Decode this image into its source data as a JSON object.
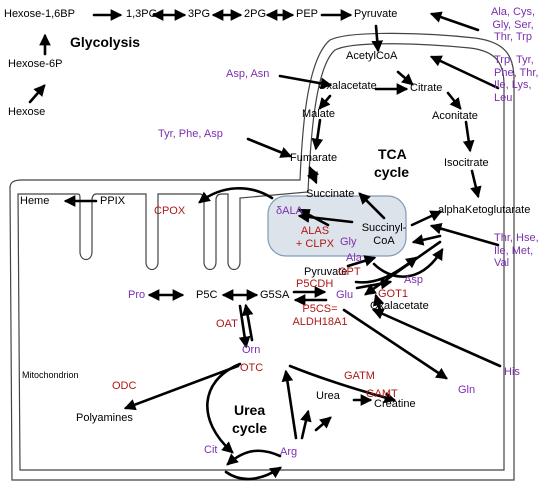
{
  "colors": {
    "metabolite": "#000000",
    "amino_acid": "#7b2fb0",
    "enzyme": "#b01818",
    "arrow": "#000000",
    "membrane": "#444444",
    "box_fill": "#dde3ea",
    "box_stroke": "#7f9bb8"
  },
  "glycolysis": {
    "title": "Glycolysis",
    "hexose_16bp": "Hexose-1,6BP",
    "pg13": "1,3PG",
    "pg3": "3PG",
    "pg2": "2PG",
    "pep": "PEP",
    "pyruvate": "Pyruvate",
    "hexose6p": "Hexose-6P",
    "hexose": "Hexose"
  },
  "tca": {
    "title_line1": "TCA",
    "title_line2": "cycle",
    "acetylcoa": "AcetylCoA",
    "citrate": "Citrate",
    "oxalacetate": "Oxalacetate",
    "aconitate": "Aconitate",
    "malate": "Malate",
    "isocitrate": "Isocitrate",
    "fumarate": "Fumarate",
    "succinate": "Succinate",
    "alphakg": "alphaKetoglutarate",
    "succinylcoa_1": "Succinyl-",
    "succinylcoa_2": "CoA"
  },
  "amino_acids": {
    "pyruvate_feeders": [
      "Ala, Cys,",
      "Gly, Ser,",
      "Thr, Trp"
    ],
    "acetyl_feeders": [
      "Trp, Tyr,",
      "Phe, Thr,",
      "Ile, Lys,",
      "Leu"
    ],
    "asp_asn": "Asp, Asn",
    "tyr_phe_asp": "Tyr, Phe, Asp",
    "succinyl_feeders": [
      "Thr, Hse,",
      "Ile, Met,",
      "Val"
    ],
    "gly": "Gly",
    "ala": "Ala",
    "asp": "Asp",
    "pro": "Pro",
    "glu": "Glu",
    "orn": "Orn",
    "gln": "Gln",
    "his": "His",
    "cit": "Cit",
    "arg": "Arg"
  },
  "heme": {
    "heme": "Heme",
    "ppix": "PPIX",
    "cpox": "CPOX",
    "dala": "δALA",
    "alas_1": "ALAS",
    "alas_2": "+ CLPX"
  },
  "nitrogen": {
    "pyruvate": "Pyruvate",
    "gpt": "GPT",
    "p5cdh": "P5CDH",
    "p5c": "P5C",
    "g5sa": "G5SA",
    "oat": "OAT",
    "p5cs_1": "P5CS=",
    "p5cs_2": "ALDH18A1",
    "got1": "GOT1",
    "oxalacetate": "Oxalacetate",
    "mitochondrion": "Mitochondrion",
    "otc": "OTC",
    "odc": "ODC",
    "gatm": "GATM",
    "gamt": "GAMT",
    "polyamines": "Polyamines",
    "urea": "Urea",
    "creatine": "Creatine",
    "urea_cycle_1": "Urea",
    "urea_cycle_2": "cycle"
  }
}
